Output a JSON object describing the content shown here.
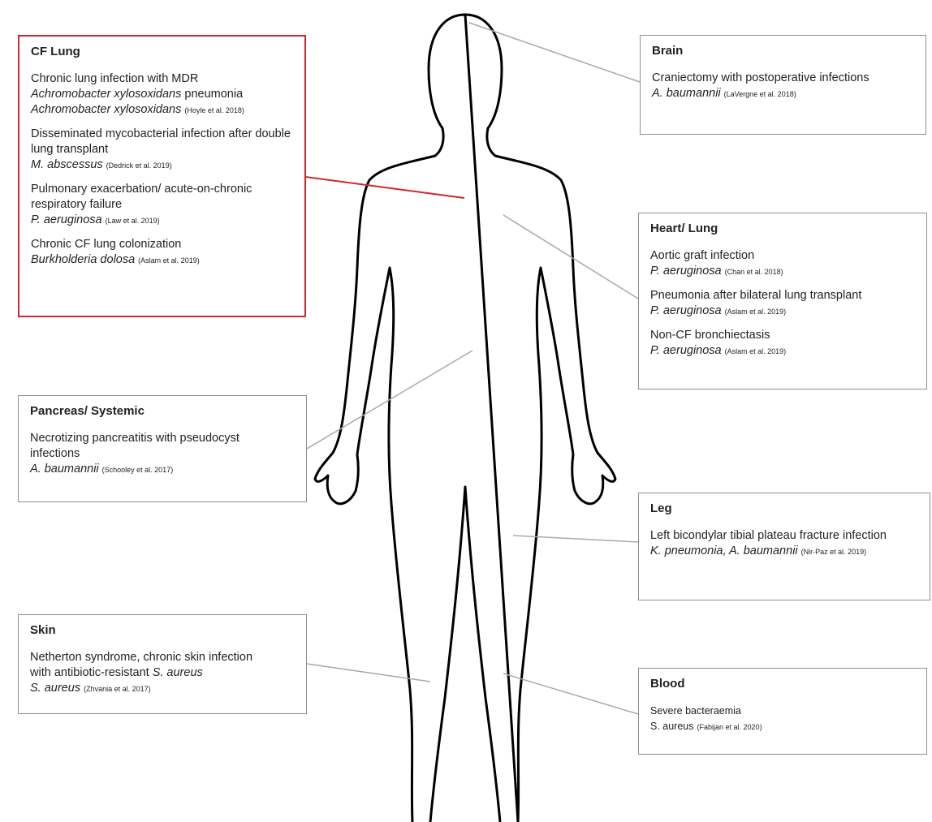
{
  "colors": {
    "highlight": "#d0262d",
    "connector": "#aaaaaa",
    "outline": "#000000",
    "box_border": "#8f8f8f"
  },
  "boxes": {
    "cf_lung": {
      "title": "CF Lung",
      "entries": [
        {
          "desc": "Chronic lung infection with MDR",
          "org_lines": [
            {
              "name": "Achromobacter xylosoxidans",
              "suffix": " pneumonia",
              "ref": ""
            },
            {
              "name": "Achromobacter xylosoxidans",
              "suffix": "",
              "ref": "(Hoyle et al. 2018)"
            }
          ]
        },
        {
          "desc": "Disseminated mycobacterial infection after double lung transplant",
          "org_lines": [
            {
              "name": "M. abscessus",
              "suffix": "",
              "ref": "(Dedrick et al. 2019)"
            }
          ]
        },
        {
          "desc": "Pulmonary exacerbation/ acute-on-chronic respiratory failure",
          "org_lines": [
            {
              "name": "P. aeruginosa",
              "suffix": "",
              "ref": "(Law et al. 2019)"
            }
          ]
        },
        {
          "desc": "Chronic CF lung colonization",
          "org_lines": [
            {
              "name": "Burkholderia dolosa",
              "suffix": "",
              "ref": "(Aslam et al. 2019)"
            }
          ]
        }
      ]
    },
    "brain": {
      "title": "Brain",
      "entries": [
        {
          "desc": "Craniectomy with postoperative infections",
          "org_lines": [
            {
              "name": "A. baumannii",
              "suffix": "",
              "ref": "(LaVergne et al. 2018)"
            }
          ]
        }
      ]
    },
    "heart_lung": {
      "title": "Heart/ Lung",
      "entries": [
        {
          "desc": "Aortic graft infection",
          "org_lines": [
            {
              "name": "P. aeruginosa",
              "suffix": "",
              "ref": "(Chan et al. 2018)"
            }
          ]
        },
        {
          "desc": "Pneumonia after bilateral lung transplant",
          "org_lines": [
            {
              "name": "P. aeruginosa",
              "suffix": "",
              "ref": "(Aslam et al. 2019)"
            }
          ]
        },
        {
          "desc": "Non-CF bronchiectasis",
          "org_lines": [
            {
              "name": "P. aeruginosa",
              "suffix": "",
              "ref": "(Aslam et al. 2019)"
            }
          ]
        }
      ]
    },
    "pancreas": {
      "title": "Pancreas/ Systemic",
      "entries": [
        {
          "desc": "Necrotizing pancreatitis with pseudocyst infections",
          "org_lines": [
            {
              "name": "A. baumannii",
              "suffix": "",
              "ref": "(Schooley et al. 2017)"
            }
          ]
        }
      ]
    },
    "leg": {
      "title": "Leg",
      "entries": [
        {
          "desc": "Left bicondylar tibial plateau fracture infection",
          "org_lines": [
            {
              "name": "K. pneumonia, A. baumannii",
              "suffix": "",
              "ref": "(Nir-Paz et al. 2019)"
            }
          ]
        }
      ]
    },
    "skin": {
      "title": "Skin",
      "entries": [
        {
          "desc": "Netherton syndrome, chronic skin infection",
          "org_lines": [
            {
              "name": "",
              "suffix": "with antibiotic-resistant ",
              "ref": "",
              "tail_italic": "S. aureus"
            },
            {
              "name": "S. aureus",
              "suffix": "",
              "ref": "(Zhvania et al. 2017)"
            }
          ]
        }
      ]
    },
    "blood": {
      "title": "Blood",
      "entries": [
        {
          "desc": "Severe bacteraemia",
          "org_lines": [
            {
              "name": "S. aureus",
              "plain": true,
              "suffix": "",
              "ref": "(Fabijan et al. 2020)"
            }
          ]
        }
      ]
    }
  }
}
